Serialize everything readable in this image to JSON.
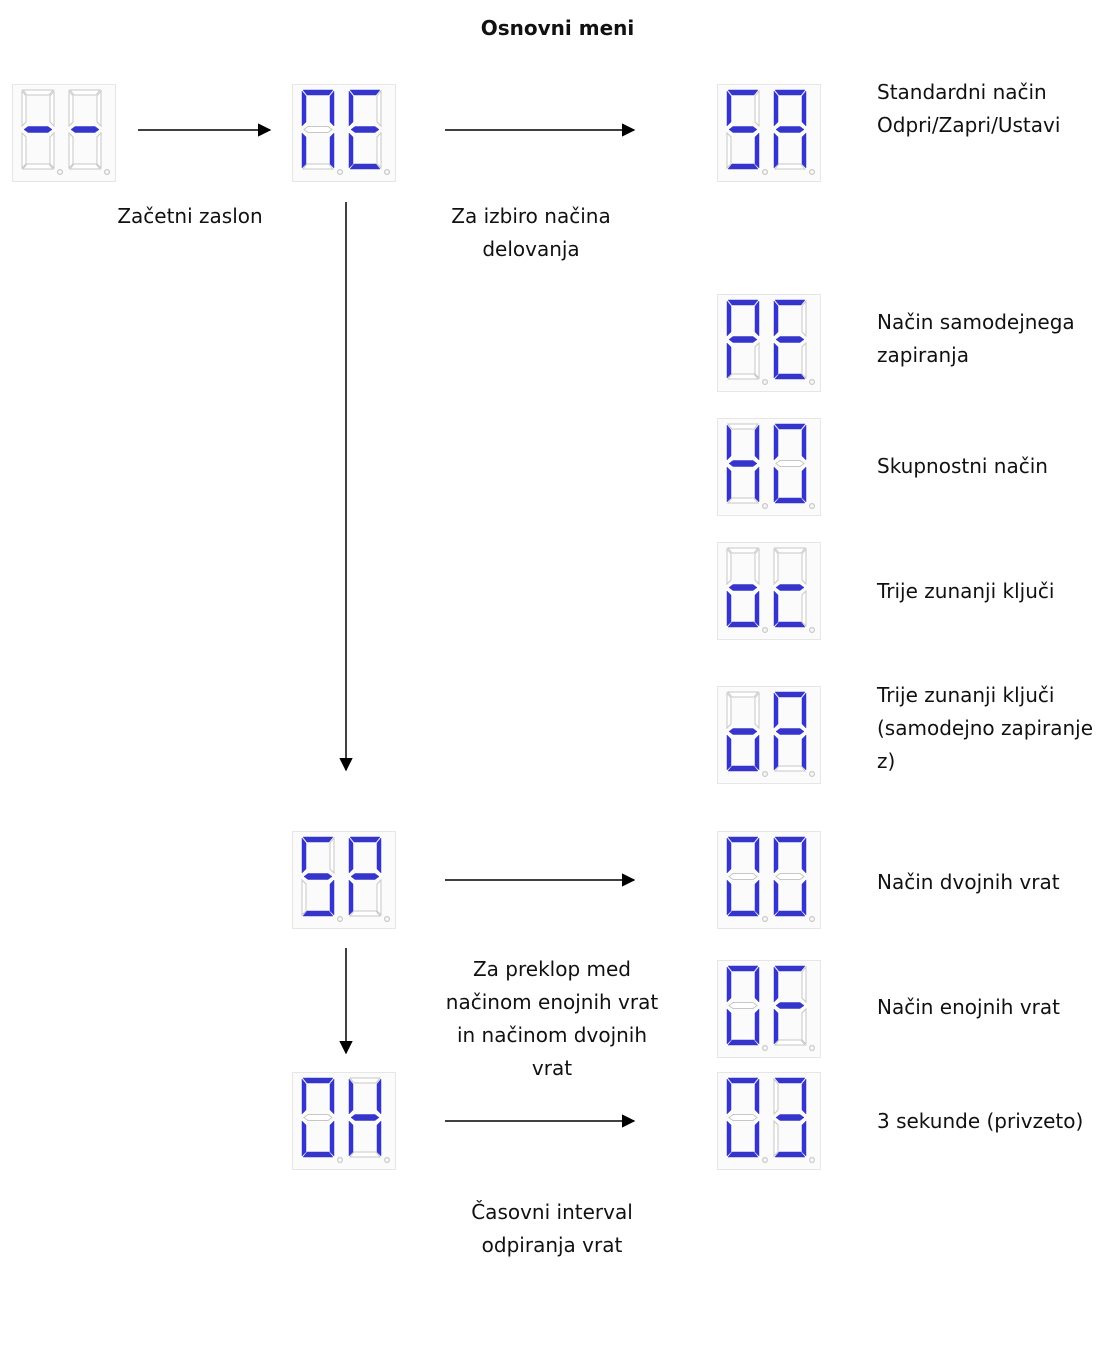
{
  "title": "Osnovni meni",
  "captions": {
    "start": "Začetni zaslon",
    "mode_select": [
      "Za izbiro načina",
      "delovanja"
    ],
    "door_switch": [
      "Za preklop med",
      "načinom enojnih vrat",
      "in načinom dvojnih",
      "vrat"
    ],
    "interval": [
      "Časovni interval",
      "odpiranja vrat"
    ]
  },
  "options": {
    "sa": [
      "Standardni način",
      "Odpri/Zapri/Ustavi"
    ],
    "pc": [
      "Način samodejnega",
      "zapiranja"
    ],
    "ho": [
      "Skupnostni način"
    ],
    "oc": [
      "Trije zunanji ključi"
    ],
    "oa": [
      "Trije zunanji ključi",
      "(samodejno zapiranje",
      "z)"
    ],
    "oo": [
      "Način dvojnih vrat"
    ],
    "of": [
      "Način enojnih vrat"
    ],
    "o3": [
      "3 sekunde (privzeto)"
    ]
  },
  "displays": {
    "start": "--",
    "menu_mode": "nE",
    "menu_door": "SP",
    "menu_interval": "OH",
    "opt_sa": "SA",
    "opt_pc": "PE",
    "opt_ho": "HO",
    "opt_oc": "oc",
    "opt_oa": "oA",
    "opt_oo": "OO",
    "opt_of": "OF",
    "opt_o3": "O3"
  },
  "colors": {
    "segment_on": "#3535cc",
    "segment_off": "#c7c7c7",
    "arrow": "#000000"
  }
}
